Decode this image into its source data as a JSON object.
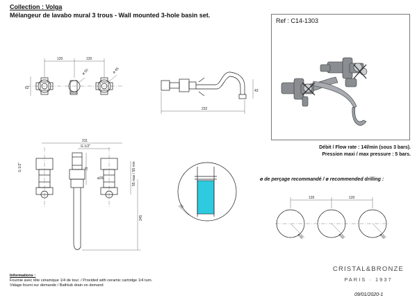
{
  "header": {
    "collection": "Collection : Volga",
    "title": "Mélangeur de lavabo mural 3 trous - Wall mounted 3-hole basin set."
  },
  "reference": "Ref : C14-1303",
  "specs": {
    "flow": "Débit / Flow rate : 14l/min (sous 3 bars).",
    "pressure": "Pression maxi / max pressure : 5 bars."
  },
  "drilling_title": "ø de perçage recommandé / ø recommended drilling :",
  "dimensions": {
    "top_spacing_1": "120",
    "top_spacing_2": "120",
    "height_62": "62",
    "dia_50": "ø 50",
    "dia_45": "ø 45",
    "side_43": "43",
    "side_232": "232",
    "front_311": "311",
    "g_half": "G 1/2\"",
    "g_half_v": "G 1/2\"",
    "d79": "79",
    "d26": "ø26",
    "max_min": "55 max / 55 min",
    "d245": "245",
    "d20": "20",
    "drill_120a": "120",
    "drill_120b": "120",
    "drill_d30a": "ø30",
    "drill_d30b": "ø30",
    "drill_d30c": "ø30"
  },
  "information": {
    "title": "Informations :",
    "line1": "Fournie avec tête céramique 1/4 de tour. / Provided with ceramic cartridge 1/4 turn.",
    "line2": "Vidage fourni sur demande  / Bathtub drain on demand"
  },
  "brand": {
    "name": "CRISTAL&BRONZE",
    "sub": "PARIS · 1937"
  },
  "date": "09/01/2020-1",
  "colors": {
    "accent_cyan": "#2ecbe0",
    "line": "#1a1a1a",
    "frame": "#777777"
  }
}
